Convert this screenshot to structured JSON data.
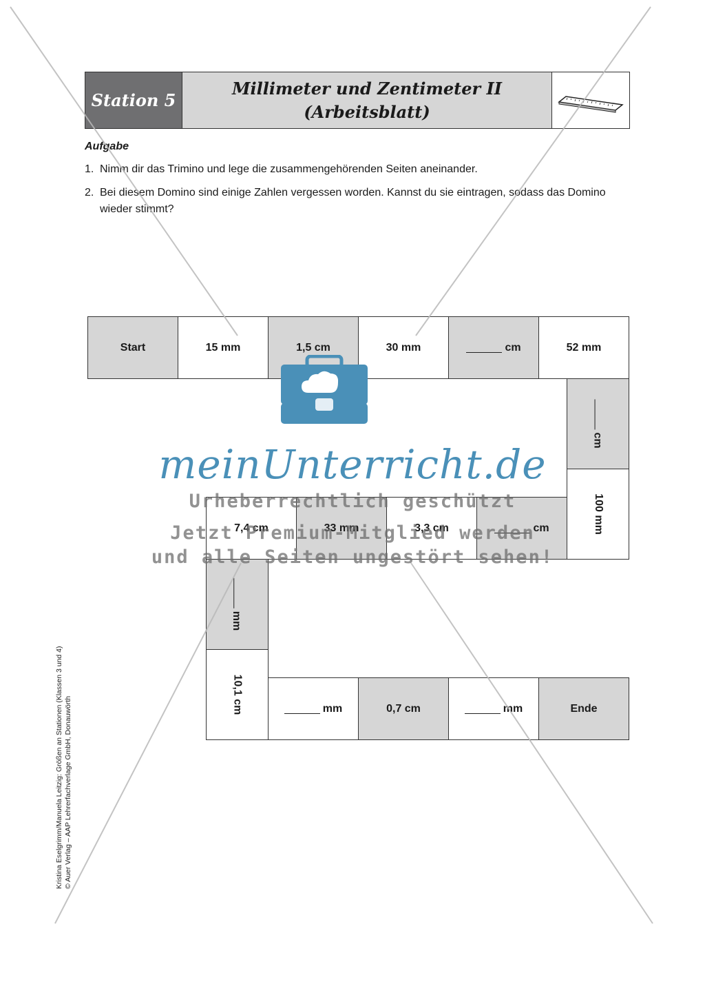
{
  "header": {
    "station": "Station 5",
    "title_line1": "Millimeter und Zentimeter II",
    "title_line2": "(Arbeitsblatt)",
    "icon": "ruler-icon"
  },
  "task": {
    "label": "Aufgabe",
    "items": [
      {
        "num": "1.",
        "text": "Nimm dir das Trimino und lege die zusammengehörenden Seiten aneinander."
      },
      {
        "num": "2.",
        "text": "Bei diesem Domino sind einige Zahlen vergessen worden. Kannst du sie eintragen, sodass das Domino wieder stimmt?"
      }
    ]
  },
  "domino": {
    "start": "Start",
    "c1": "15 mm",
    "c2": "1,5 cm",
    "c3": "30 mm",
    "c4_unit": "cm",
    "c5": "52 mm",
    "c6_unit": "cm",
    "c7": "100 mm",
    "c8_unit": "cm",
    "c9": "3,3 cm",
    "c10": "33 mm",
    "c11": "7,4 cm",
    "c12_unit": "mm",
    "c13": "10,1 cm",
    "c14_unit": "mm",
    "c15": "0,7 cm",
    "c16_unit": "mm",
    "end": "Ende"
  },
  "watermark": {
    "logo": "meinUnterricht.de",
    "line1": "Urheberrechtlich geschützt",
    "line2": "Jetzt Premium-Mitglied werden",
    "line3": "und alle Seiten ungestört sehen!"
  },
  "footer": {
    "line1": "Kristina Eselgrimm/Manuela Leitzig: Größen an Stationen (Klassen 3 und 4)",
    "line2": "© Auer Verlag – AAP Lehrerfachverlage GmbH, Donauwörth"
  },
  "colors": {
    "grey_cell": "#d6d6d6",
    "station_bg": "#6f6f71",
    "watermark_blue": "#4a90b8"
  }
}
